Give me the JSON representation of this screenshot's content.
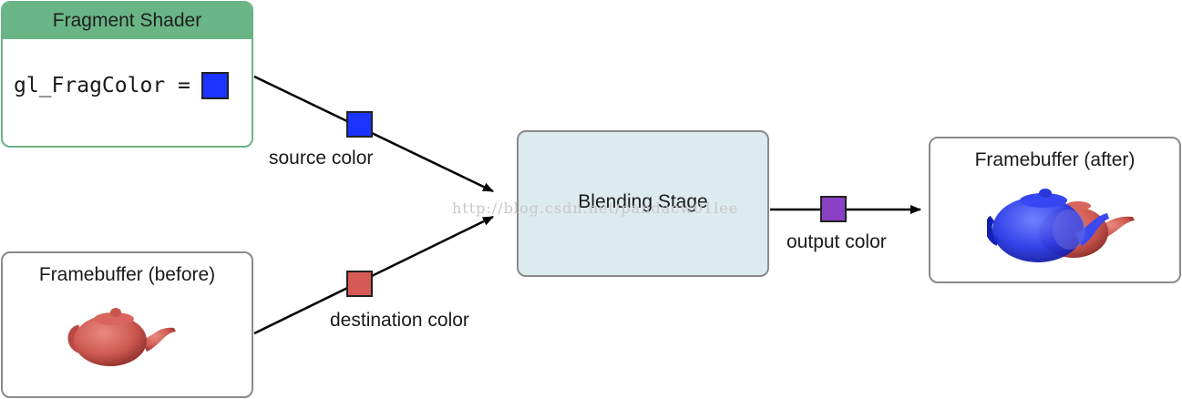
{
  "fragment_shader": {
    "title": "Fragment Shader",
    "expression": "gl_FragColor =",
    "swatch_color": "#1a33ff"
  },
  "framebuffer_before": {
    "title": "Framebuffer (before)",
    "image": "red-teapot"
  },
  "blending_stage": {
    "label": "Blending Stage"
  },
  "framebuffer_after": {
    "title": "Framebuffer (after)",
    "image": "blue-and-red-teapots"
  },
  "connectors": {
    "source": {
      "label": "source color",
      "color": "#1a33ff"
    },
    "destination": {
      "label": "destination color",
      "color": "#d65a55"
    },
    "output": {
      "label": "output color",
      "color": "#8a3fc4"
    }
  },
  "watermark": "http://blog.csdn.net/pandacw01lee"
}
